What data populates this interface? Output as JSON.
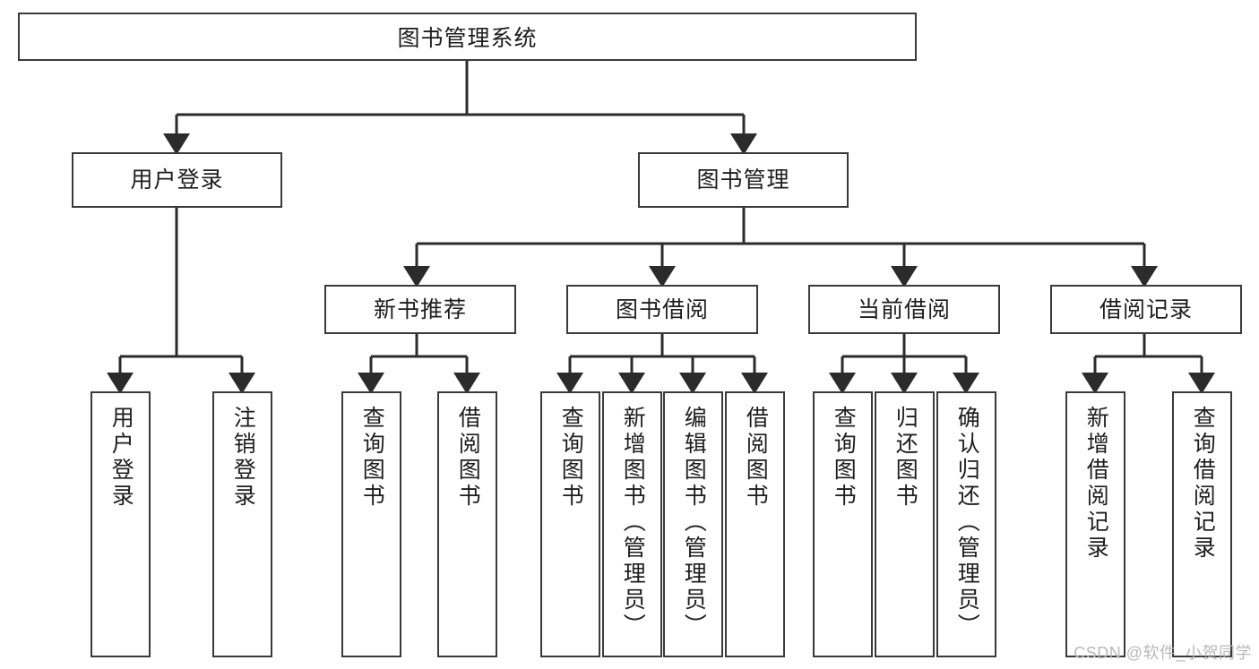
{
  "diagram": {
    "title": "图书管理系统",
    "type": "tree-hierarchy-chart",
    "colors": {
      "box_border": "#3a3a3a",
      "box_fill": "#ffffff",
      "connector": "#2b2b2b",
      "text": "#1d1d1d",
      "watermark": "#b9b9b9",
      "background": "#ffffff"
    },
    "root": {
      "label": "图书管理系统"
    },
    "level2": [
      {
        "id": "user-login",
        "label": "用户登录"
      },
      {
        "id": "book-manage",
        "label": "图书管理"
      }
    ],
    "level3": [
      {
        "id": "new-book-recommend",
        "label": "新书推荐"
      },
      {
        "id": "book-borrow",
        "label": "图书借阅"
      },
      {
        "id": "current-borrow",
        "label": "当前借阅"
      },
      {
        "id": "borrow-record",
        "label": "借阅记录"
      }
    ],
    "leaves": [
      {
        "id": "leaf-user-login",
        "label": "用户登录",
        "parent": "user-login"
      },
      {
        "id": "leaf-logout-login",
        "label": "注销登录",
        "parent": "user-login"
      },
      {
        "id": "leaf-query-book-1",
        "label": "查询图书",
        "parent": "new-book-recommend"
      },
      {
        "id": "leaf-borrow-book-1",
        "label": "借阅图书",
        "parent": "new-book-recommend"
      },
      {
        "id": "leaf-query-book-2",
        "label": "查询图书",
        "parent": "book-borrow"
      },
      {
        "id": "leaf-add-book",
        "label": "新增图书（管理员）",
        "parent": "book-borrow"
      },
      {
        "id": "leaf-edit-book",
        "label": "编辑图书（管理员）",
        "parent": "book-borrow"
      },
      {
        "id": "leaf-borrow-book-2",
        "label": "借阅图书",
        "parent": "book-borrow"
      },
      {
        "id": "leaf-query-book-3",
        "label": "查询图书",
        "parent": "current-borrow"
      },
      {
        "id": "leaf-return-book",
        "label": "归还图书",
        "parent": "current-borrow"
      },
      {
        "id": "leaf-confirm-return",
        "label": "确认归还（管理员）",
        "parent": "current-borrow"
      },
      {
        "id": "leaf-add-record",
        "label": "新增借阅记录",
        "parent": "borrow-record"
      },
      {
        "id": "leaf-query-record",
        "label": "查询借阅记录",
        "parent": "borrow-record"
      }
    ],
    "watermark": "CSDN @软件_小贺同学"
  }
}
